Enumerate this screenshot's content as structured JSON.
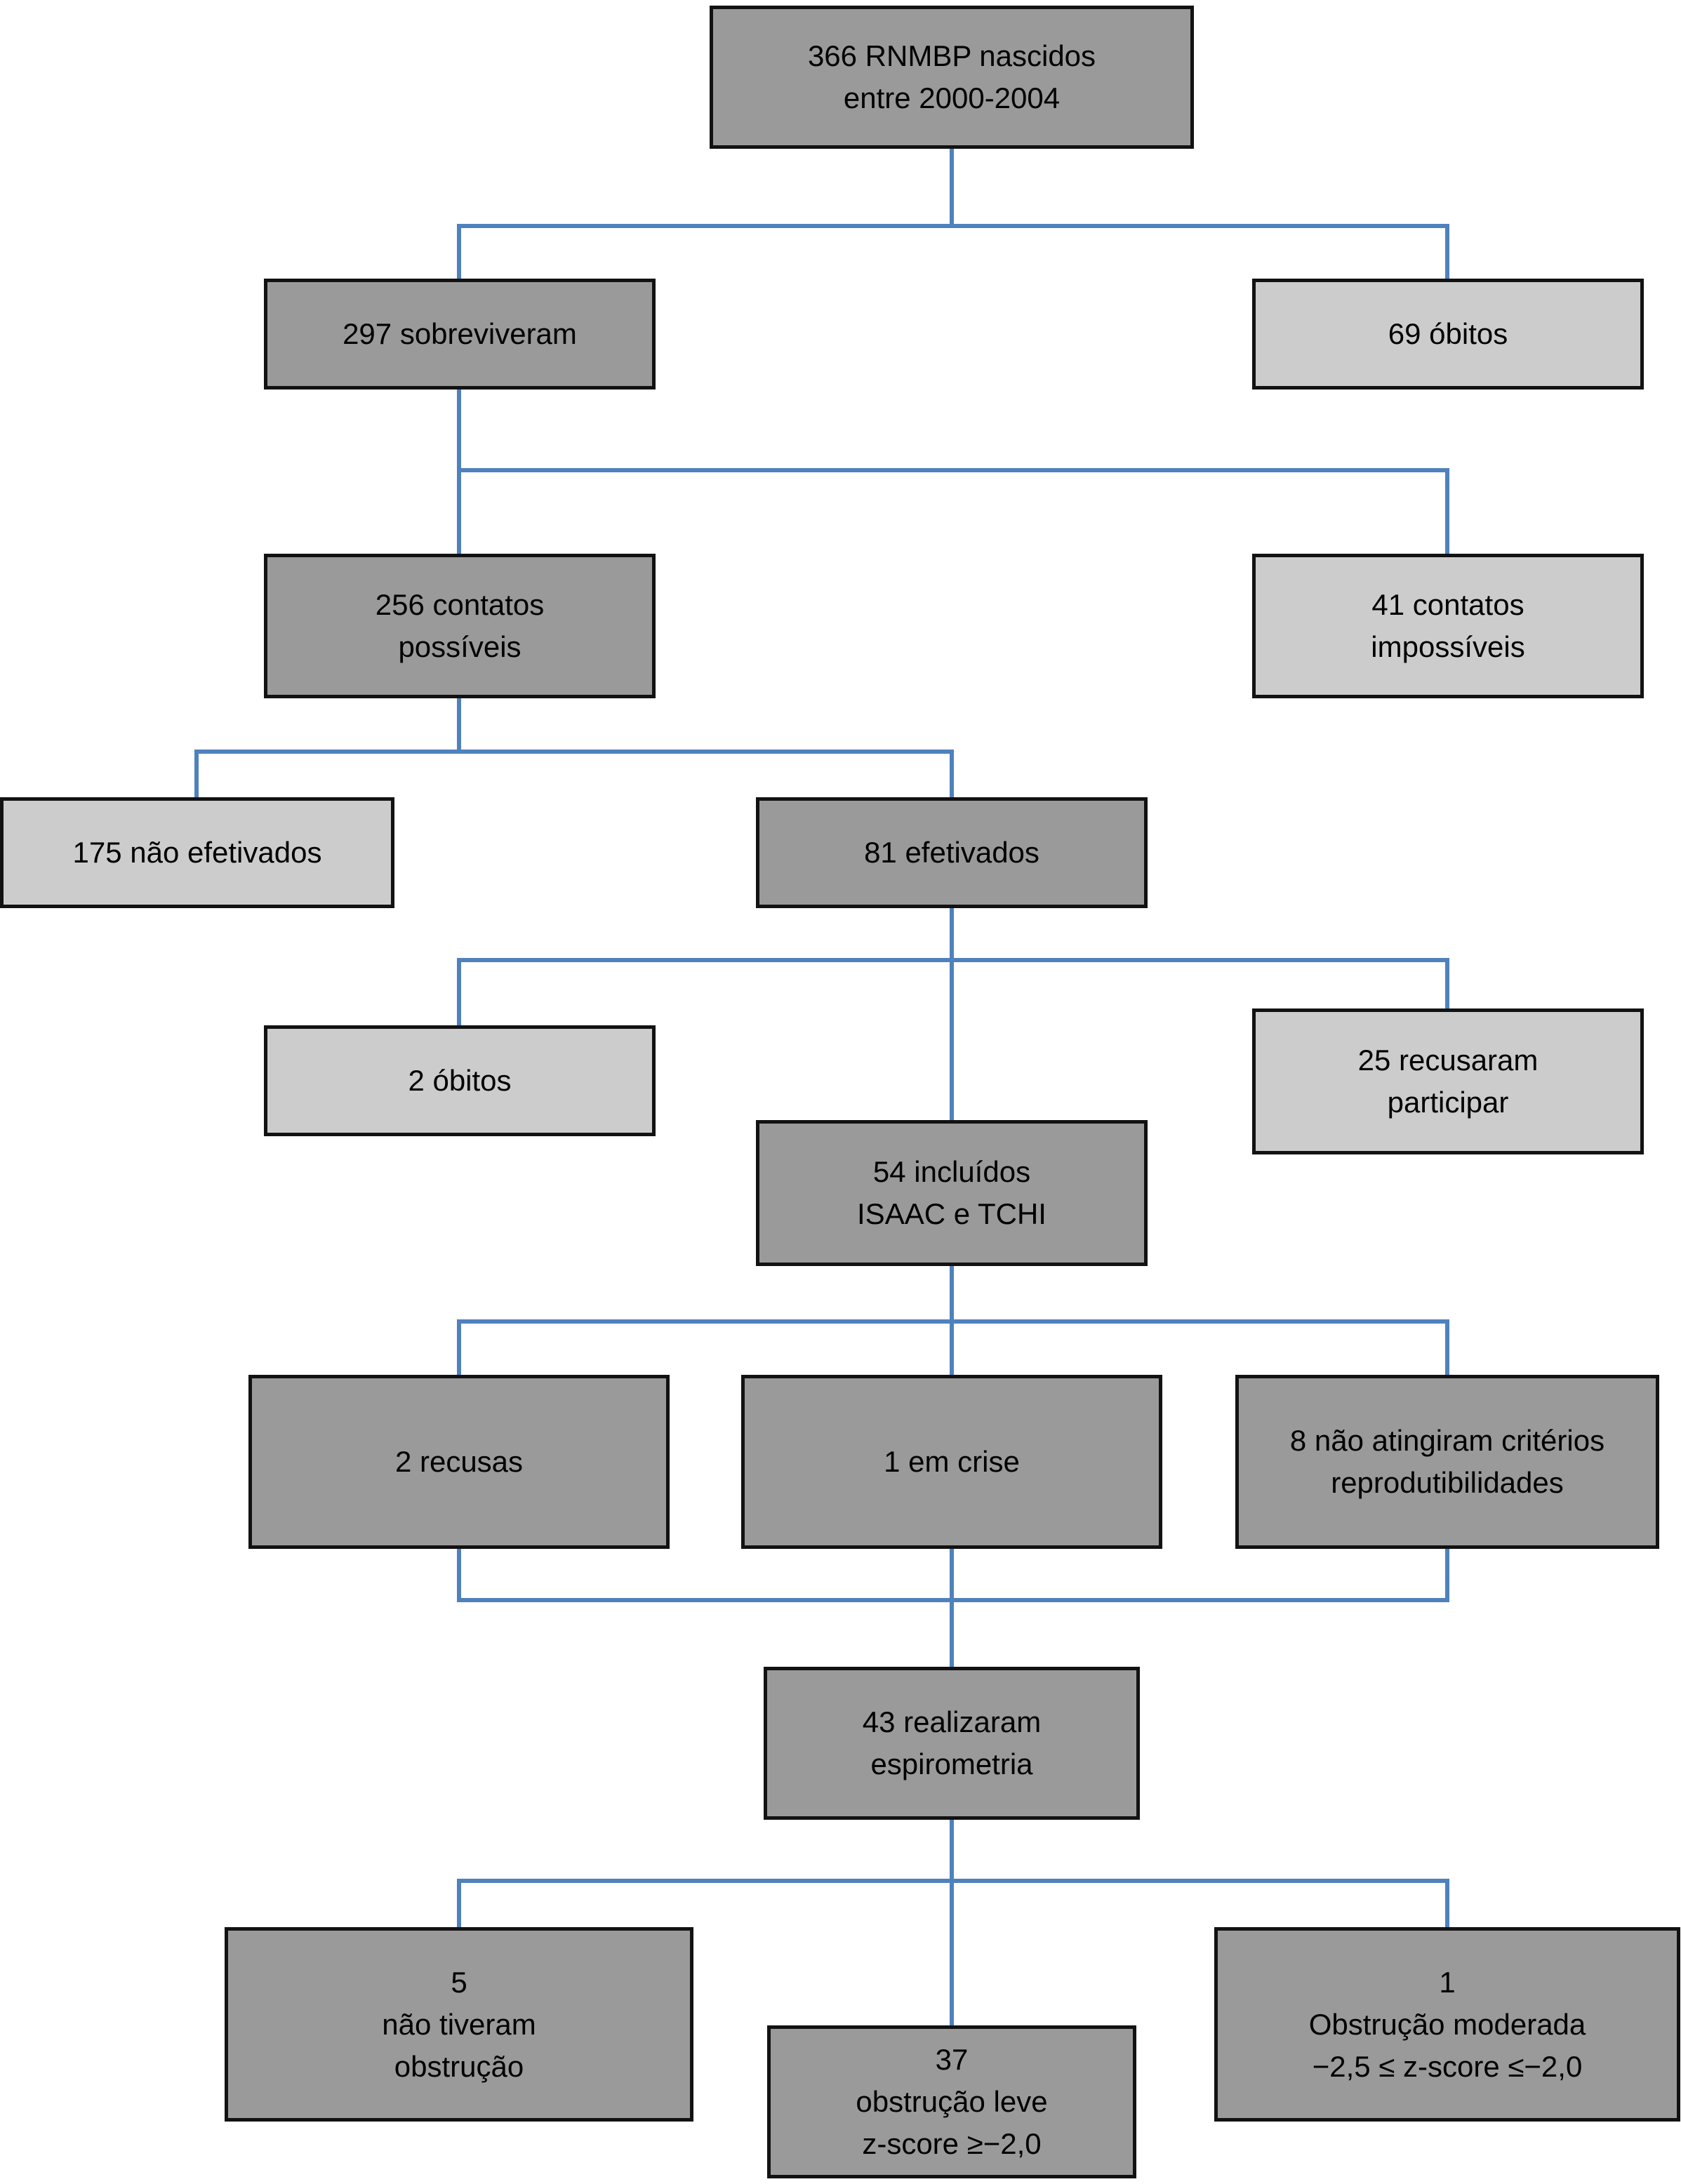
{
  "diagram": {
    "type": "flowchart",
    "language": "pt-BR",
    "colors": {
      "background": "#ffffff",
      "box_dark": "#9a9a9a",
      "box_light": "#cccccc",
      "border": "#121212",
      "connector": "#4f81bd",
      "text": "#000000"
    },
    "nodes": [
      {
        "id": "total",
        "label": "366 RNMBP nascidos\nentre 2000-2004",
        "shade": "dark"
      },
      {
        "id": "survived",
        "label": "297 sobreviveram",
        "shade": "dark"
      },
      {
        "id": "deaths-1",
        "label": "69 óbitos",
        "shade": "light"
      },
      {
        "id": "contacts-possible",
        "label": "256 contatos\npossíveis",
        "shade": "dark"
      },
      {
        "id": "contacts-impossible",
        "label": "41 contatos\nimpossíveis",
        "shade": "light"
      },
      {
        "id": "not-completed",
        "label": "175 não efetivados",
        "shade": "light"
      },
      {
        "id": "completed",
        "label": "81 efetivados",
        "shade": "dark"
      },
      {
        "id": "deaths-2",
        "label": "2 óbitos",
        "shade": "light"
      },
      {
        "id": "refused-participation",
        "label": "25 recusaram\nparticipar",
        "shade": "light"
      },
      {
        "id": "included",
        "label": "54 incluídos\nISAAC e TCHI",
        "shade": "dark"
      },
      {
        "id": "refusals",
        "label": "2 recusas",
        "shade": "dark"
      },
      {
        "id": "in-crisis",
        "label": "1 em crise",
        "shade": "dark"
      },
      {
        "id": "criteria-not-met",
        "label": "8 não atingiram critérios\nreprodutibilidades",
        "shade": "dark"
      },
      {
        "id": "spirometry",
        "label": "43 realizaram\nespirometria",
        "shade": "dark"
      },
      {
        "id": "no-obstruction",
        "label": "5\nnão tiveram\nobstrução",
        "shade": "dark"
      },
      {
        "id": "mild-obstruction",
        "label": "37\nobstrução leve\nz-score ≥−2,0",
        "shade": "dark"
      },
      {
        "id": "moderate-obstruction",
        "label": "1\nObstrução moderada\n−2,5 ≤ z-score ≤−2,0",
        "shade": "dark"
      }
    ],
    "edges": [
      {
        "from": "total",
        "to": "survived"
      },
      {
        "from": "total",
        "to": "deaths-1"
      },
      {
        "from": "survived",
        "to": "contacts-possible"
      },
      {
        "from": "survived",
        "to": "contacts-impossible"
      },
      {
        "from": "contacts-possible",
        "to": "not-completed"
      },
      {
        "from": "contacts-possible",
        "to": "completed"
      },
      {
        "from": "completed",
        "to": "deaths-2"
      },
      {
        "from": "completed",
        "to": "refused-participation"
      },
      {
        "from": "completed",
        "to": "included"
      },
      {
        "from": "included",
        "to": "refusals"
      },
      {
        "from": "included",
        "to": "in-crisis"
      },
      {
        "from": "included",
        "to": "criteria-not-met"
      },
      {
        "from": "refusals",
        "to": "spirometry"
      },
      {
        "from": "in-crisis",
        "to": "spirometry"
      },
      {
        "from": "criteria-not-met",
        "to": "spirometry"
      },
      {
        "from": "spirometry",
        "to": "no-obstruction"
      },
      {
        "from": "spirometry",
        "to": "mild-obstruction"
      },
      {
        "from": "spirometry",
        "to": "moderate-obstruction"
      }
    ]
  }
}
